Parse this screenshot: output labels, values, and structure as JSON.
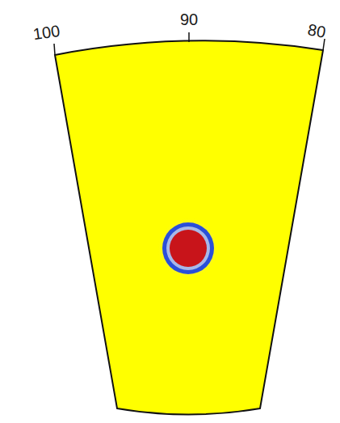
{
  "diagram": {
    "labels": [
      "100",
      "90",
      "80"
    ]
  }
}
